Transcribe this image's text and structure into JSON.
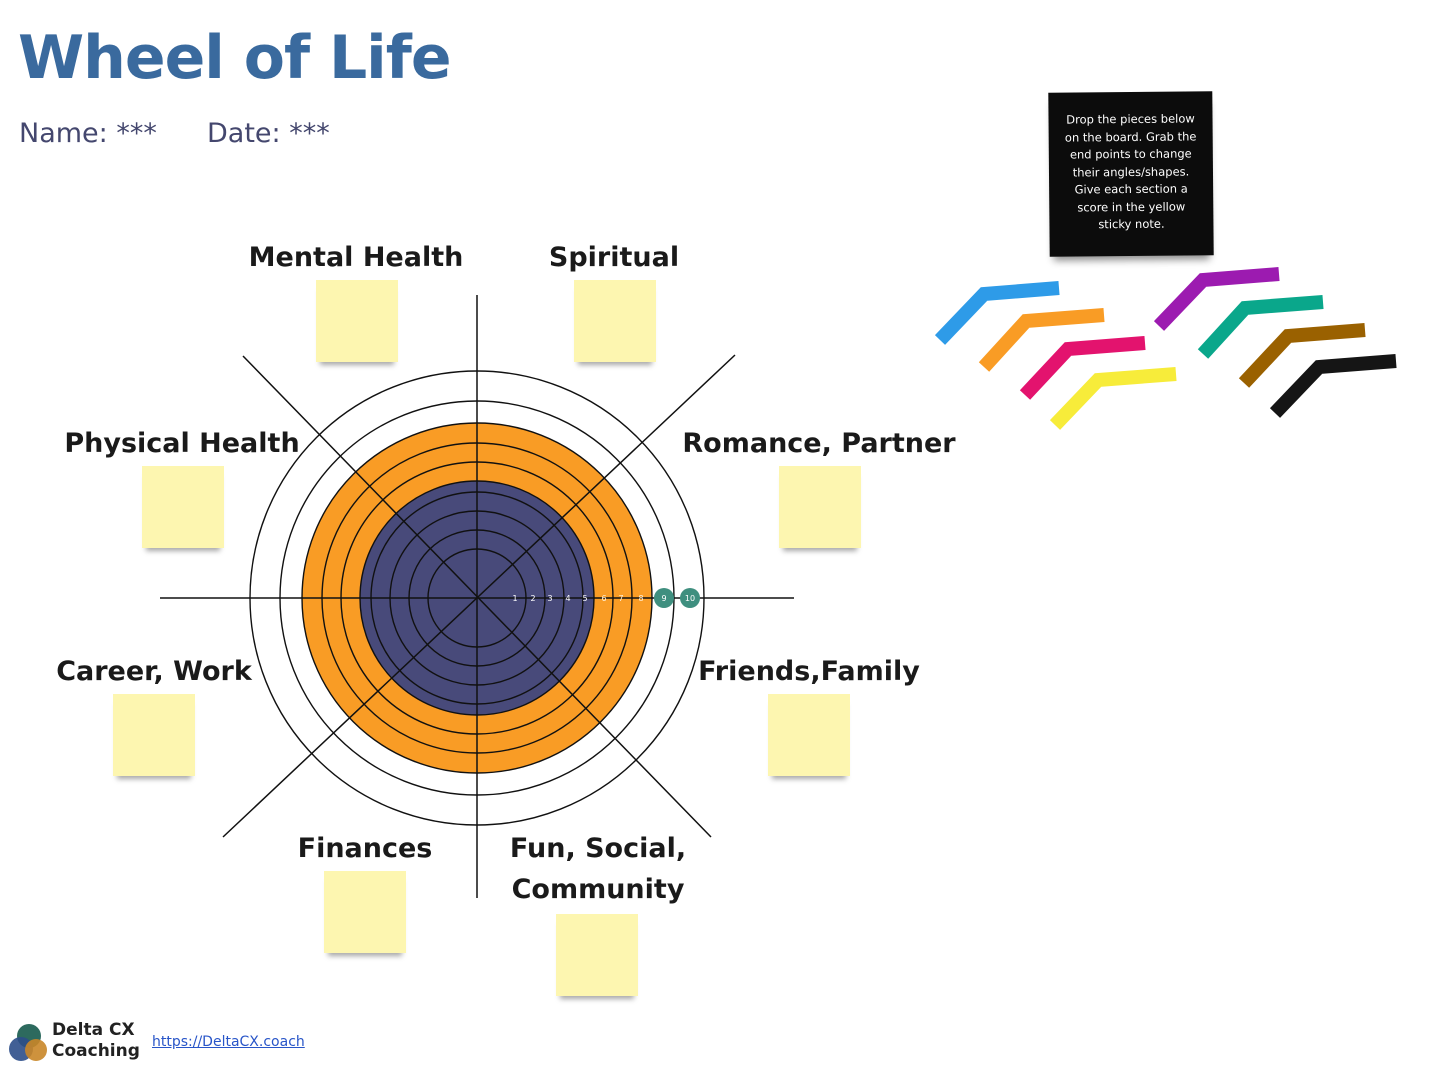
{
  "board": {
    "title": "Wheel of Life",
    "name_field": "Name: ***",
    "date_field": "Date: ***"
  },
  "instructions": {
    "text": "Drop the pieces below on the board. Grab the end points to change their angles/shapes. Give each section a score in the yellow sticky note."
  },
  "sections": [
    {
      "key": "mental",
      "label": "Mental Health"
    },
    {
      "key": "spiritual",
      "label": "Spiritual"
    },
    {
      "key": "physical",
      "label": "Physical Health"
    },
    {
      "key": "romance",
      "label": "Romance, Partner"
    },
    {
      "key": "career",
      "label": "Career, Work"
    },
    {
      "key": "friends",
      "label": "Friends,Family"
    },
    {
      "key": "finances",
      "label": "Finances"
    },
    {
      "key": "fun",
      "label": "Fun, Social,\nCommunity"
    }
  ],
  "wheel": {
    "scale": [
      "1",
      "2",
      "3",
      "4",
      "5",
      "6",
      "7",
      "8",
      "9",
      "10"
    ],
    "colors": {
      "inner": "#484a7a",
      "middle": "#f99c25",
      "marker": "#3f8f7f"
    }
  },
  "pieces": {
    "colors": [
      "#2e9be8",
      "#f99c25",
      "#e3136e",
      "#f7ec3a",
      "#9c1bb0",
      "#0aa78b",
      "#9a6100",
      "#151515"
    ]
  },
  "footer": {
    "logo_text": "Delta CX\nCoaching",
    "link": "https://DeltaCX.coach"
  }
}
